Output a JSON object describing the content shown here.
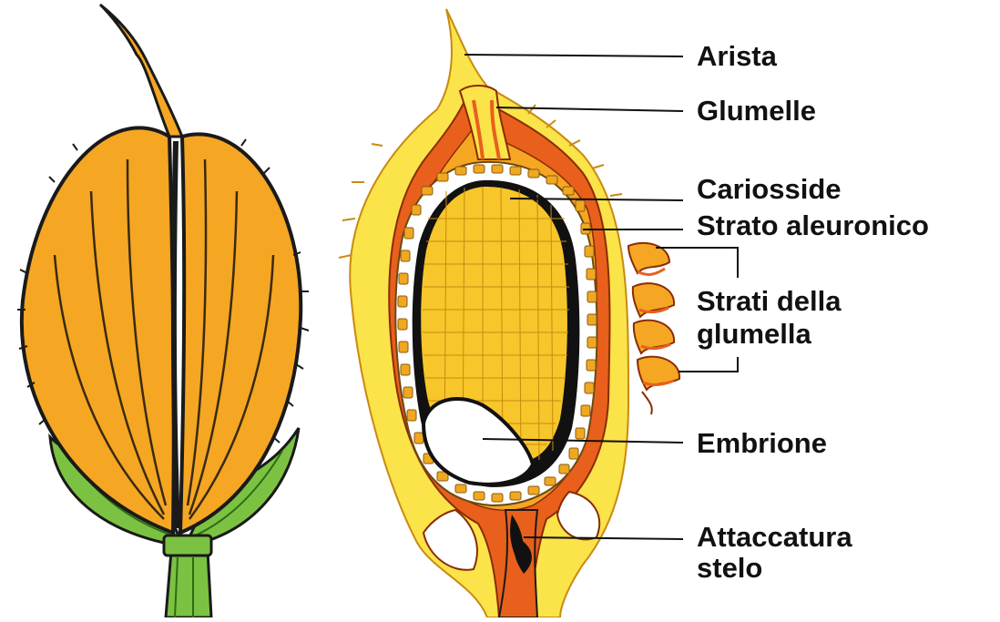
{
  "colors": {
    "husk_orange": "#f5a623",
    "husk_dark_orange": "#e8601c",
    "endosperm_yellow": "#f7c62a",
    "light_yellow": "#fbe34a",
    "green_bract": "#7cc242",
    "dark_green": "#2f6b12",
    "outline": "#1a1a1a"
  },
  "labels": {
    "arista": "Arista",
    "glumelle": "Glumelle",
    "cariosside": "Cariosside",
    "strato_aleuronico": "Strato aleuronico",
    "strati_line1": "Strati della",
    "strati_line2": "glumella",
    "embrione": "Embrione",
    "attaccatura_line1": "Attaccatura",
    "attaccatura_line2": "stelo"
  }
}
